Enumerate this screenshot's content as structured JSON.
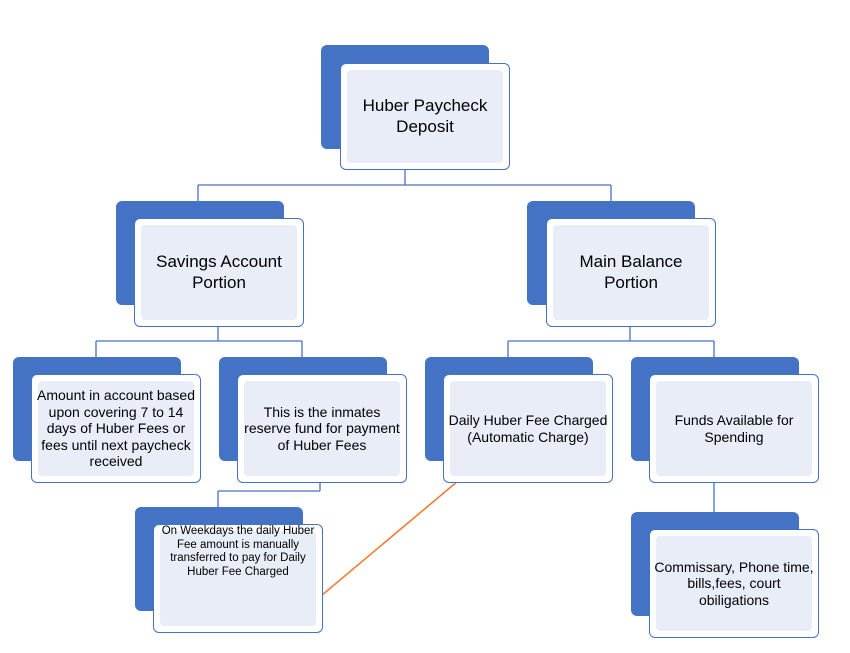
{
  "diagram": {
    "nodes": {
      "root": "Huber Paycheck Deposit",
      "savings": "Savings Account Portion",
      "main": "Main Balance Portion",
      "amount": "Amount in account based upon covering 7 to 14 days of Huber Fees or fees until next paycheck received",
      "reserve": "This is the inmates reserve fund for payment of Huber Fees",
      "daily_fee": "Daily Huber Fee Charged (Automatic Charge)",
      "funds": "Funds Available for Spending",
      "weekdays": "On Weekdays the daily Huber Fee amount is manually transferred to pay for Daily Huber Fee Charged",
      "commissary": "Commissary, Phone time, bills,fees, court obiligations"
    },
    "colors": {
      "accent": "#4472c4",
      "fill": "#e9edf7",
      "arrow": "#ed7d31",
      "connector": "#4472c4"
    }
  }
}
